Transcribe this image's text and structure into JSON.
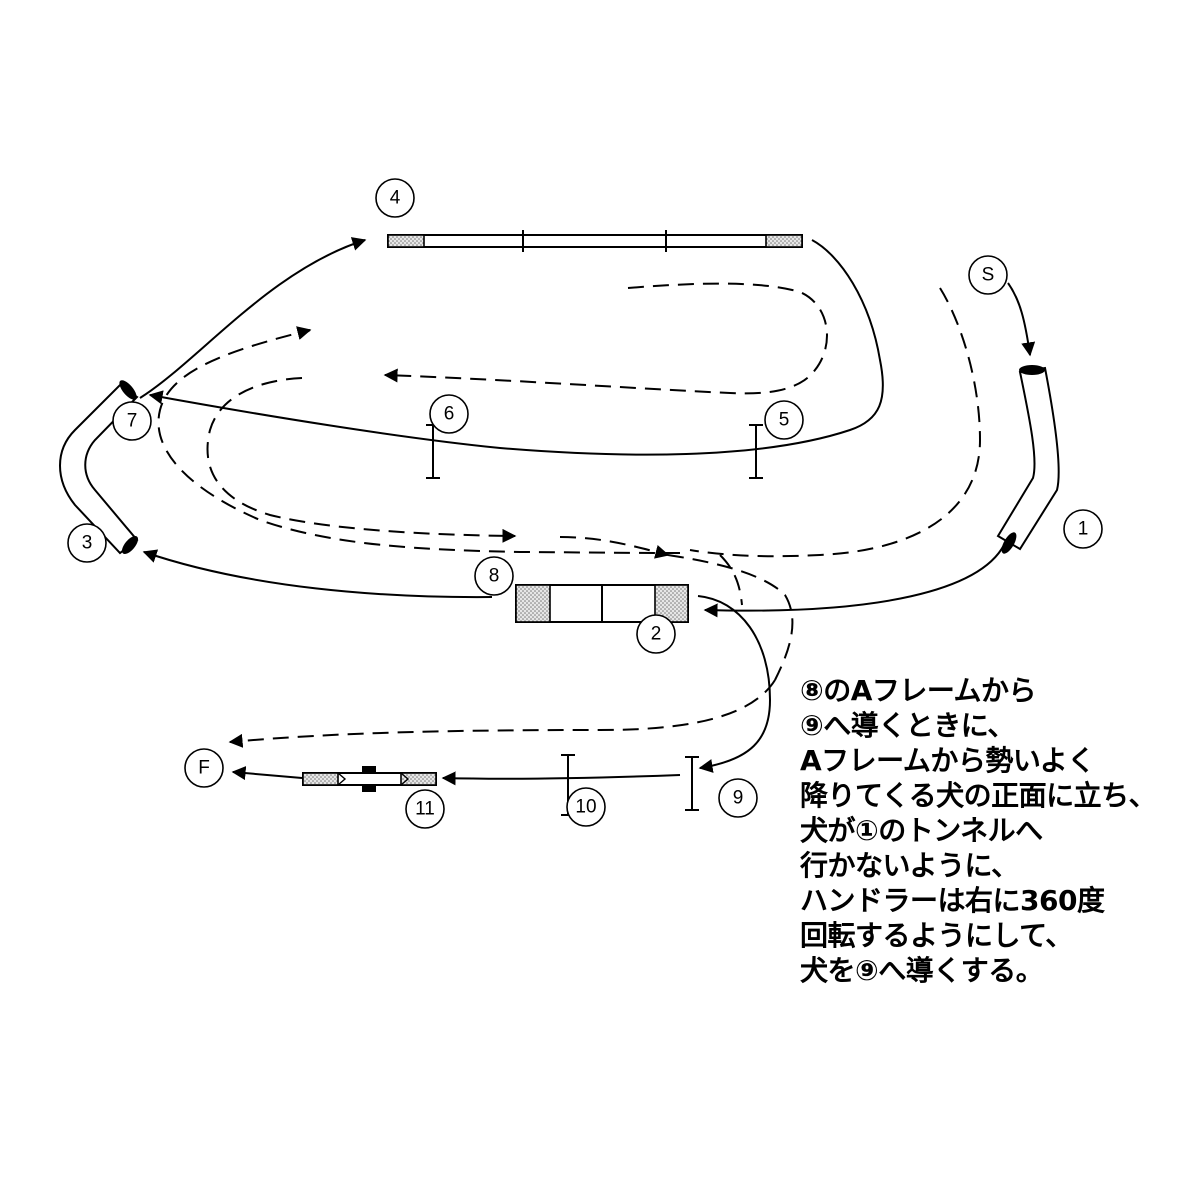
{
  "labels": {
    "start": "S",
    "finish": "F",
    "n1": "1",
    "n2": "2",
    "n3": "3",
    "n4": "4",
    "n5": "5",
    "n6": "6",
    "n7": "7",
    "n8": "8",
    "n9": "9",
    "n10": "10",
    "n11": "11"
  },
  "note": {
    "lines": [
      "⑧のAフレームから",
      "⑨へ導くときに、",
      "Aフレームから勢いよく",
      "降りてくる犬の正面に立ち、",
      "犬が①のトンネルへ",
      "行かないように、",
      "ハンドラーは右に360度",
      "回転するようにして、",
      "犬を⑨へ導くする。"
    ]
  }
}
